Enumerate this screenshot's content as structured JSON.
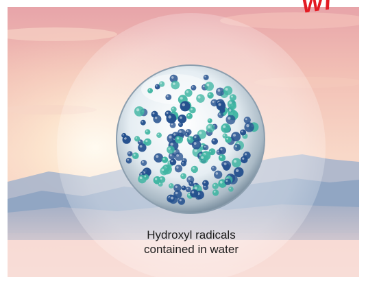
{
  "corner_label": "WI",
  "caption": {
    "line1": "Hydroxyl radicals",
    "line2": "contained in water"
  },
  "colors": {
    "sky_top": "#e8a8a8",
    "sky_glow": "#fff1d6",
    "mountains": "#8fa7c4",
    "fog": "#f6d7d2",
    "halo": "#ffffff",
    "molecule_dark": "#24508e",
    "molecule_teal": "#3fb5a2",
    "corner_red": "#e31b23"
  },
  "icons": {
    "sphere": "water-sphere-icon",
    "molecules": "molecule-cluster-icon"
  }
}
